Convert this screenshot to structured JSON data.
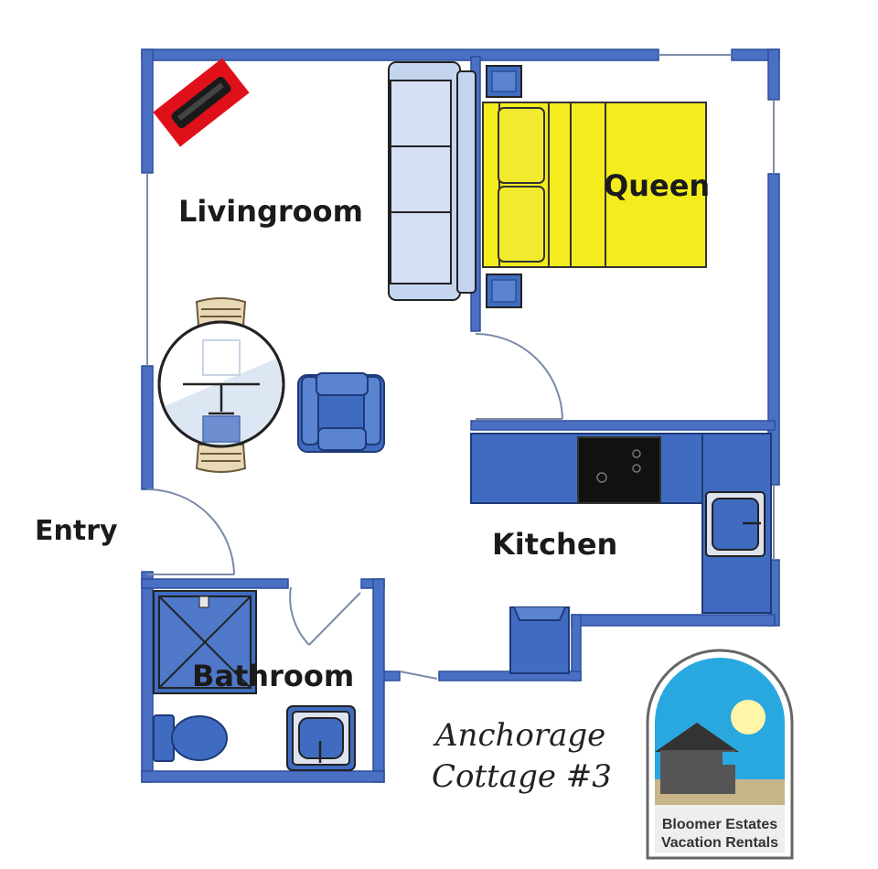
{
  "rooms": {
    "livingroom": "Livingroom",
    "queen": "Queen",
    "entry": "Entry",
    "kitchen": "Kitchen",
    "bathroom": "Bathroom"
  },
  "caption": {
    "line1": "Anchorage",
    "line2": "Cottage #3"
  },
  "logo": {
    "line1": "Bloomer Estates",
    "line2": "Vacation Rentals"
  },
  "colors": {
    "wall": "#4a70c4",
    "furniture": "#3f6cc0",
    "sofa": "#c5d4ef",
    "bed": "#f4ec1c",
    "stove": "#111111",
    "fireplace": "#e0101a"
  }
}
